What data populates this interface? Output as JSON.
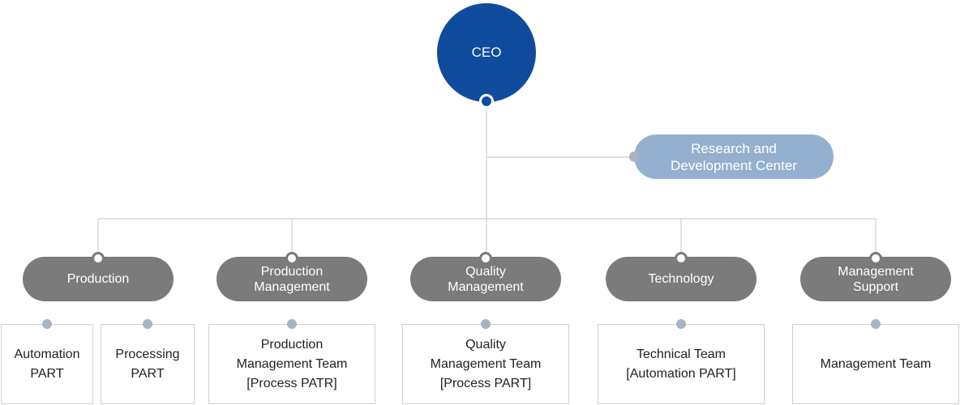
{
  "colors": {
    "ceo": "#0f4c9e",
    "rd_center": "#94b0d0",
    "department": "#7b7b7b",
    "connector": "#cfcfcf",
    "dot_light": "#a9b4c2"
  },
  "ceo": {
    "label": "CEO"
  },
  "rd_center": {
    "line1": "Research and",
    "line2": "Development Center"
  },
  "departments": [
    {
      "line1": "Production",
      "line2": ""
    },
    {
      "line1": "Production",
      "line2": "Management"
    },
    {
      "line1": "Quality",
      "line2": "Management"
    },
    {
      "line1": "Technology",
      "line2": ""
    },
    {
      "line1": "Management",
      "line2": "Support"
    }
  ],
  "teams": [
    {
      "lines": [
        "Automation",
        "PART"
      ]
    },
    {
      "lines": [
        "Processing",
        "PART"
      ]
    },
    {
      "lines": [
        "Production",
        "Management Team",
        "[Process PATR]"
      ]
    },
    {
      "lines": [
        "Quality",
        "Management Team",
        "[Process PART]"
      ]
    },
    {
      "lines": [
        "Technical Team",
        "[Automation PART]"
      ]
    },
    {
      "lines": [
        "Management Team"
      ]
    }
  ]
}
